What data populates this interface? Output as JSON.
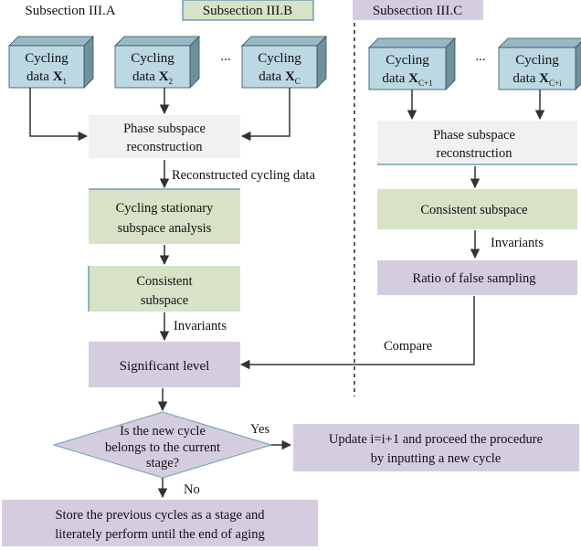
{
  "sections": {
    "a": "Subsection III.A",
    "b": "Subsection III.B",
    "c": "Subsection III.C"
  },
  "cubes": [
    {
      "line1": "Cycling",
      "line2_prefix": "data ",
      "var": "X",
      "sub": "1"
    },
    {
      "line1": "Cycling",
      "line2_prefix": "data ",
      "var": "X",
      "sub": "2"
    },
    {
      "line1": "Cycling",
      "line2_prefix": "data ",
      "var": "X",
      "sub": "C"
    },
    {
      "line1": "Cycling",
      "line2_prefix": "data ",
      "var": "X",
      "sub": "C+1"
    },
    {
      "line1": "Cycling",
      "line2_prefix": "data ",
      "var": "X",
      "sub": "C+i"
    }
  ],
  "ellipsis": "...",
  "boxes": {
    "phase_left": [
      "Phase subspace",
      "reconstruction"
    ],
    "phase_right": [
      "Phase subspace",
      "reconstruction"
    ],
    "stationary": [
      "Cycling stationary",
      "subspace analysis"
    ],
    "consistent_left": [
      "Consistent",
      "subspace"
    ],
    "consistent_right": "Consistent subspace",
    "ratio": "Ratio of false sampling",
    "significant": "Significant level",
    "decision": [
      "Is the new cycle",
      "belongs to the current",
      "stage?"
    ],
    "update": [
      "Update i=i+1 and proceed the procedure",
      "by inputting a new cycle"
    ],
    "store": [
      "Store the previous cycles as a stage and",
      "literately perform until the end of aging"
    ]
  },
  "labels": {
    "reconstructed": "Reconstructed cycling data",
    "invariants_left": "Invariants",
    "invariants_right": "Invariants",
    "compare": "Compare",
    "yes": "Yes",
    "no": "No"
  },
  "colors": {
    "cube_front": "#bcd8e3",
    "cube_top": "#97b9c5",
    "cube_side": "#6f919e",
    "grey_box": "#f1f1f1",
    "green_box": "#d7e2c6",
    "purple_box": "#d4cde0",
    "accent_line": "#6e9fb0"
  }
}
